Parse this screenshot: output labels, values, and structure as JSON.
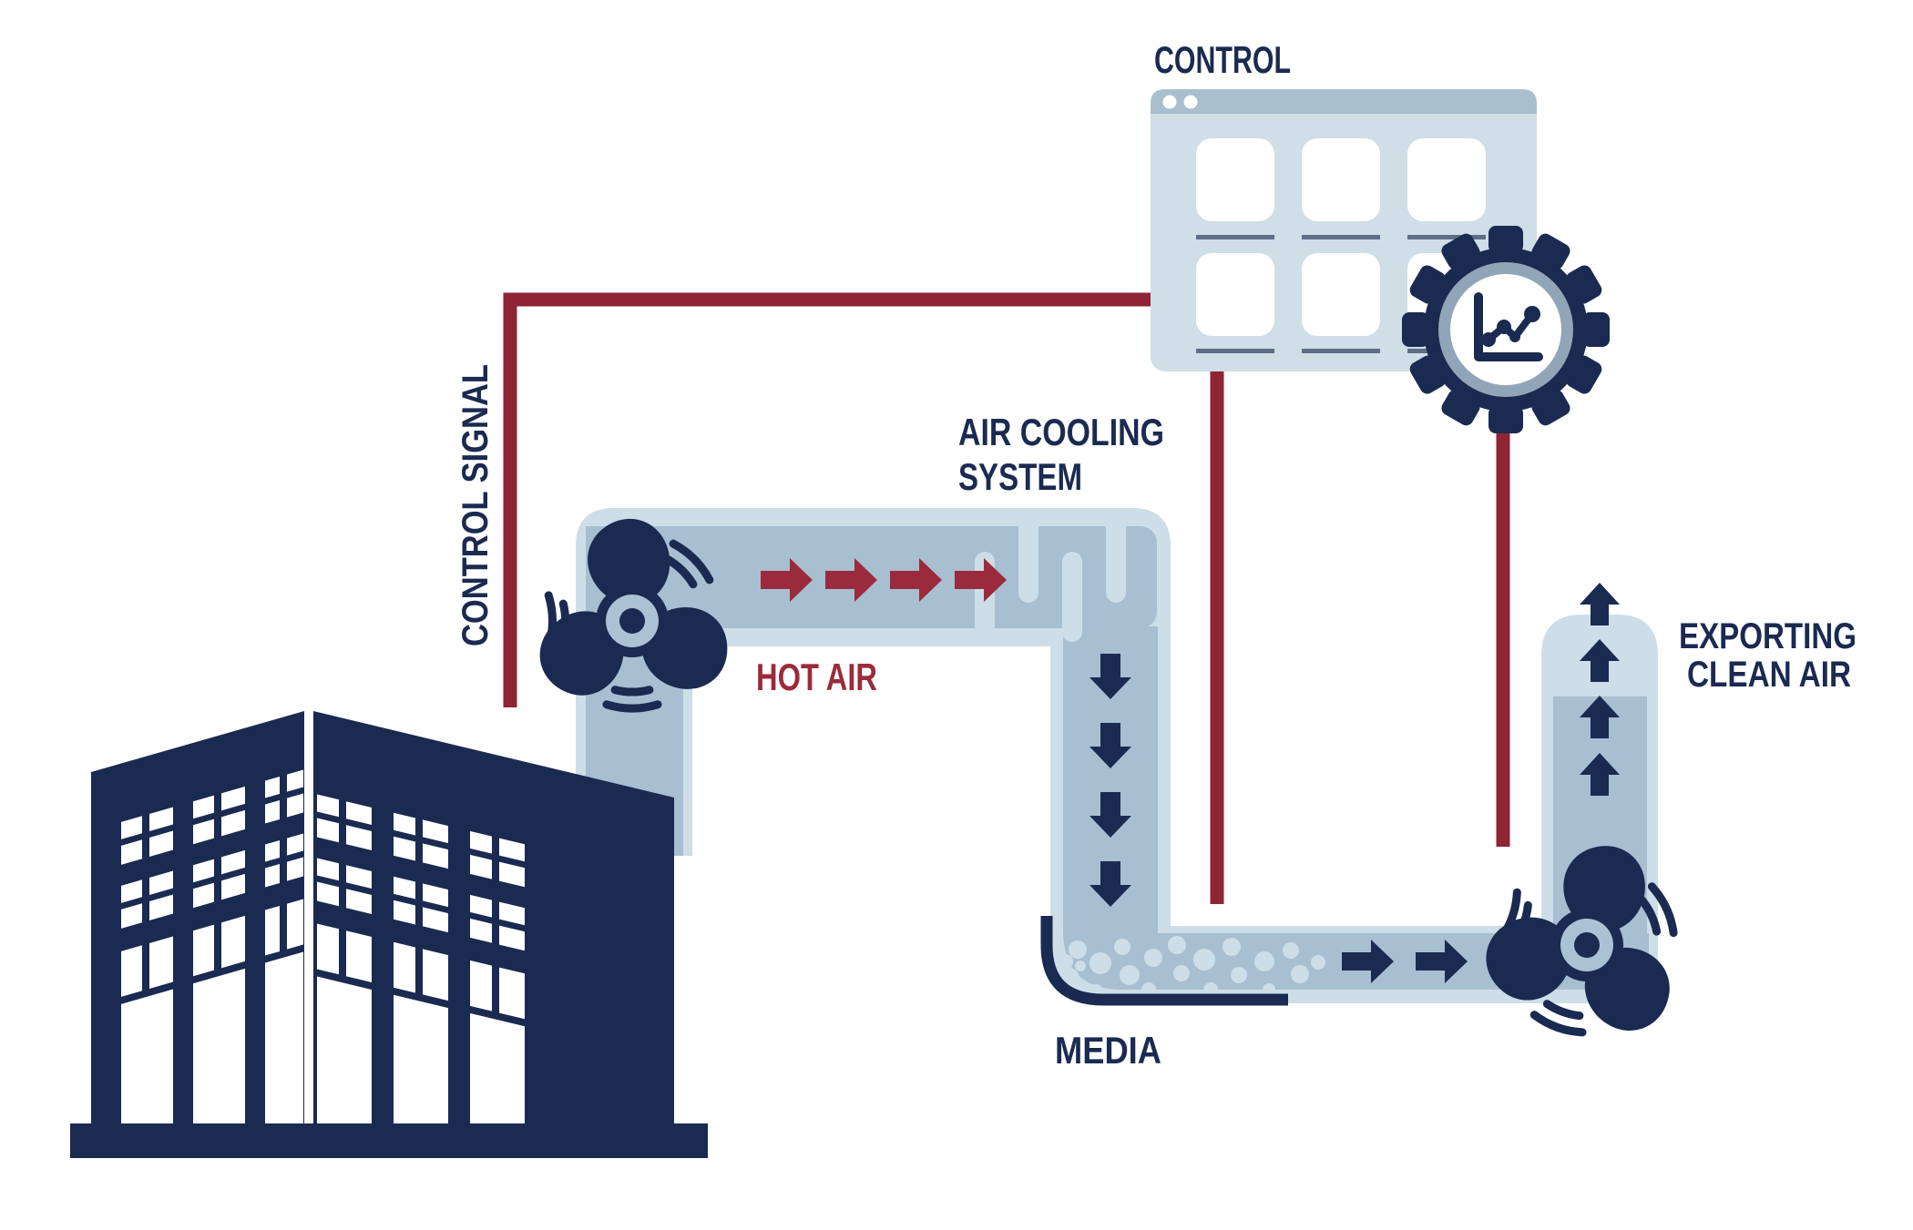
{
  "labels": {
    "control": "CONTROL",
    "control_signal": "CONTROL SIGNAL",
    "air_cooling_line1": "AIR COOLING",
    "air_cooling_line2": "SYSTEM",
    "hot_air": "HOT AIR",
    "media": "MEDIA",
    "exporting_line1": "EXPORTING",
    "exporting_line2": "CLEAN AIR"
  },
  "colors": {
    "navy": "#1b2a51",
    "accent_red": "#9b2b3c",
    "signal_line_red": "#8e2434",
    "duct_outer": "#cddee8",
    "duct_inner": "#a7bfd1",
    "panel_body": "#cfdee7",
    "panel_titlebar": "#a9bfce",
    "divider_gray": "#5f6d87",
    "gear_ring": "#90a5b8",
    "fan_hub": "#aac2d4",
    "media_dot": "#cddee8",
    "white": "#ffffff"
  },
  "icons": {
    "intake_fan": "fan-icon",
    "exhaust_fan": "fan-icon",
    "gear": "gear-icon",
    "analytics": "line-chart-icon",
    "window_dots": "window-dots-icon",
    "building": "factory-building-icon"
  }
}
